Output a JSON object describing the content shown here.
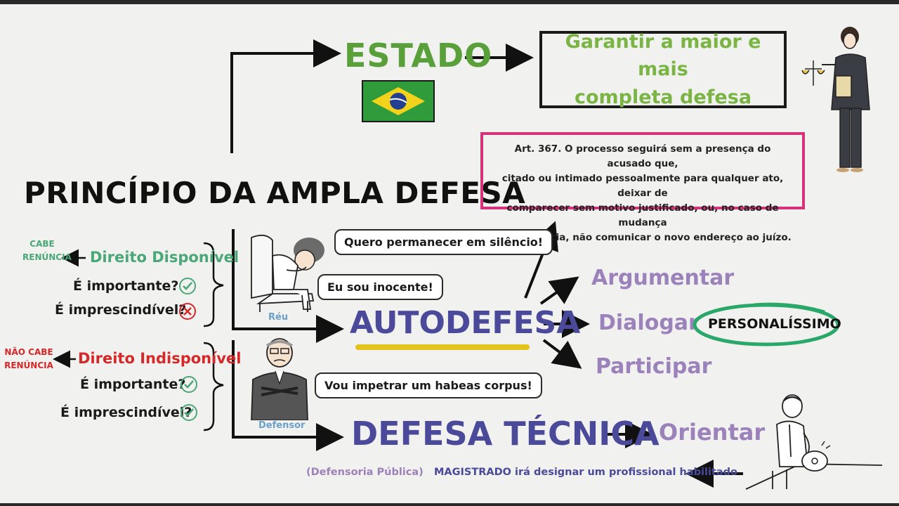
{
  "estado": {
    "title": "ESTADO",
    "goal_line1": "Garantir a maior e mais",
    "goal_line2": "completa defesa"
  },
  "principle_title": "PRINCÍPIO DA AMPLA DEFESA",
  "article": {
    "line1": "Art. 367. O processo seguirá sem a presença do acusado que,",
    "line2": "citado ou intimado pessoalmente para qualquer ato, deixar de",
    "line3": "comparecer sem motivo justificado, ou, no caso de mudança",
    "line4": "de residência, não comunicar o novo endereço ao juízo."
  },
  "disponivel": {
    "renuncia_line1": "CABE",
    "renuncia_line2": "RENÚNCIA",
    "label": "Direito Disponível",
    "q1": "É importante?",
    "q2": "É imprescindível?",
    "q1_answer": "check-icon",
    "q2_answer": "cross-icon"
  },
  "indisponivel": {
    "renuncia_line1": "NÃO CABE",
    "renuncia_line2": "RENÚNCIA",
    "label": "Direito Indisponível",
    "q1": "É importante?",
    "q2": "É imprescindível?",
    "q1_answer": "check-icon",
    "q2_answer": "check-icon"
  },
  "reu": {
    "caption": "Réu",
    "bubble1": "Quero permanecer em silêncio!",
    "bubble2": "Eu sou inocente!"
  },
  "defensor": {
    "caption": "Defensor",
    "bubble": "Vou impetrar um habeas corpus!"
  },
  "autodefesa": {
    "title": "AUTODEFESA",
    "verbs": [
      "Argumentar",
      "Dialogar",
      "Participar"
    ],
    "tag": "PERSONALÍSSIMO"
  },
  "tecnica": {
    "title": "DEFESA TÉCNICA",
    "verb": "Orientar",
    "footer_paren": "(Defensoria Pública)",
    "footer_main": "MAGISTRADO irá designar um profissional habilitado"
  },
  "colors": {
    "green": "#5aa03a",
    "light_green": "#7ab544",
    "pink": "#d6337a",
    "purple": "#4b4a9a",
    "lavender": "#9b82ba",
    "red": "#d62828",
    "yellow": "#e3c41c"
  }
}
